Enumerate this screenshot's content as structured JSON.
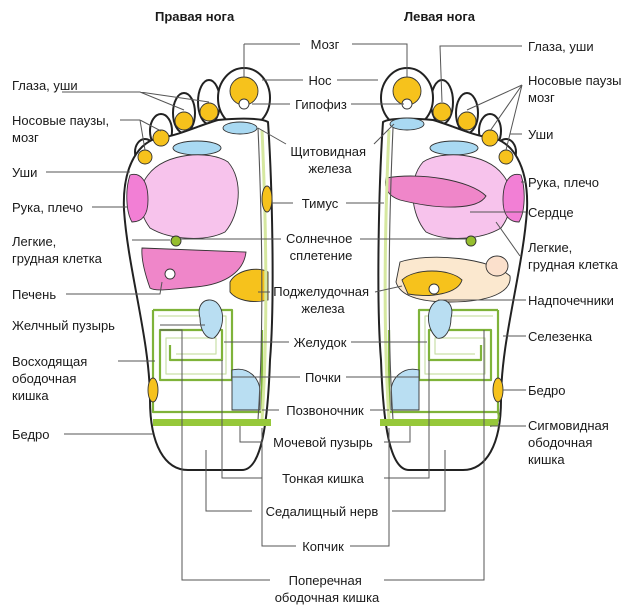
{
  "headings": {
    "right_foot": "Правая нога",
    "left_foot": "Левая нога"
  },
  "left_labels": {
    "eyes_ears": "Глаза, уши",
    "sinuses": [
      "Носовые паузы,",
      "мозг"
    ],
    "ears": "Уши",
    "arm_shoulder": "Рука, плечо",
    "lungs": [
      "Легкие,",
      "грудная клетка"
    ],
    "liver": "Печень",
    "gallbladder": "Желчный пузырь",
    "ascending_colon": [
      "Восходящая",
      "ободочная",
      "кишка"
    ],
    "hip": "Бедро"
  },
  "center_labels": {
    "brain": "Мозг",
    "nose": "Нос",
    "pituitary": "Гипофиз",
    "thyroid": [
      "Щитовидная",
      "железа"
    ],
    "thymus": "Тимус",
    "solar_plexus": [
      "Солнечное",
      "сплетение"
    ],
    "pancreas": [
      "Поджелудочная",
      "железа"
    ],
    "stomach": "Желудок",
    "kidneys": "Почки",
    "spine": "Позвоночник",
    "bladder": "Мочевой пузырь",
    "small_intestine": "Тонкая кишка",
    "sciatic_nerve": "Седалищный нерв",
    "coccyx": "Копчик",
    "transverse_colon": [
      "Поперечная",
      "ободочная кишка"
    ]
  },
  "right_labels": {
    "eyes_ears": "Глаза, уши",
    "sinuses": [
      "Носовые паузы",
      "мозг"
    ],
    "ears": "Уши",
    "arm_shoulder": "Рука, плечо",
    "heart": "Сердце",
    "lungs": [
      "Легкие,",
      "грудная клетка"
    ],
    "adrenals": "Надпочечники",
    "spleen": "Селезенка",
    "hip": "Бедро",
    "sigmoid_colon": [
      "Сигмовидная",
      "ободочная",
      "кишка"
    ]
  },
  "colors": {
    "brain": "#f6c21c",
    "sinuses": "#f6c21c",
    "thyroid": "#a9d9f2",
    "lungs": "#f7c3ec",
    "arm_shoulder": "#f27fd5",
    "liver": "#ef86c9",
    "heart": "#ef86c9",
    "solar_plexus": "#96be2e",
    "pancreas": "#f6c21c",
    "spleen": "#fbe0cc",
    "stomach": "#fbe8cf",
    "kidneys": "#b9def2",
    "intestines": "#7fb33a",
    "bladder_band": "#96c83a",
    "spine": "#d6e8a0"
  }
}
